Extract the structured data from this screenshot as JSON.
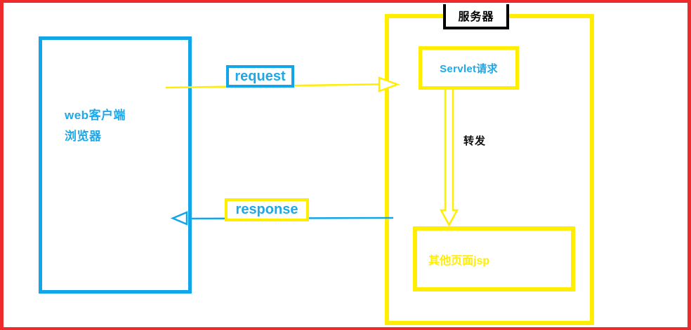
{
  "diagram": {
    "title": "Servlet request forwarding diagram",
    "frame": {
      "color": "#ee2b2b"
    },
    "colors": {
      "blue": "#12a5e8",
      "blue_text": "#1fa8e8",
      "yellow": "#ffee00",
      "black": "#000000",
      "white": "#ffffff",
      "red": "#ee2b2b"
    },
    "client": {
      "label": "web客户端\n浏览器",
      "border_color": "#12a5e8"
    },
    "server": {
      "title": "服务器",
      "title_border_color": "#000000",
      "border_color": "#ffee00",
      "servlet": {
        "label": "Servlet请求",
        "border_color": "#ffee00",
        "text_color": "#1fa8e8"
      },
      "jsp": {
        "label": "其他页面jsp",
        "border_color": "#ffee00",
        "text_color": "#ffee00"
      },
      "forward": {
        "label": "转发",
        "text_color": "#111111",
        "arrow_color": "#ffee00"
      }
    },
    "flows": [
      {
        "name": "request",
        "label": "request",
        "direction": "client-to-server",
        "line_color": "#ffee00",
        "tag_border_color": "#12a5e8",
        "tag_text_color": "#1fa8e8"
      },
      {
        "name": "response",
        "label": "response",
        "direction": "server-to-client",
        "line_color": "#12a5e8",
        "tag_border_color": "#ffee00",
        "tag_text_color": "#1fa8e8"
      }
    ],
    "watermark": ""
  }
}
